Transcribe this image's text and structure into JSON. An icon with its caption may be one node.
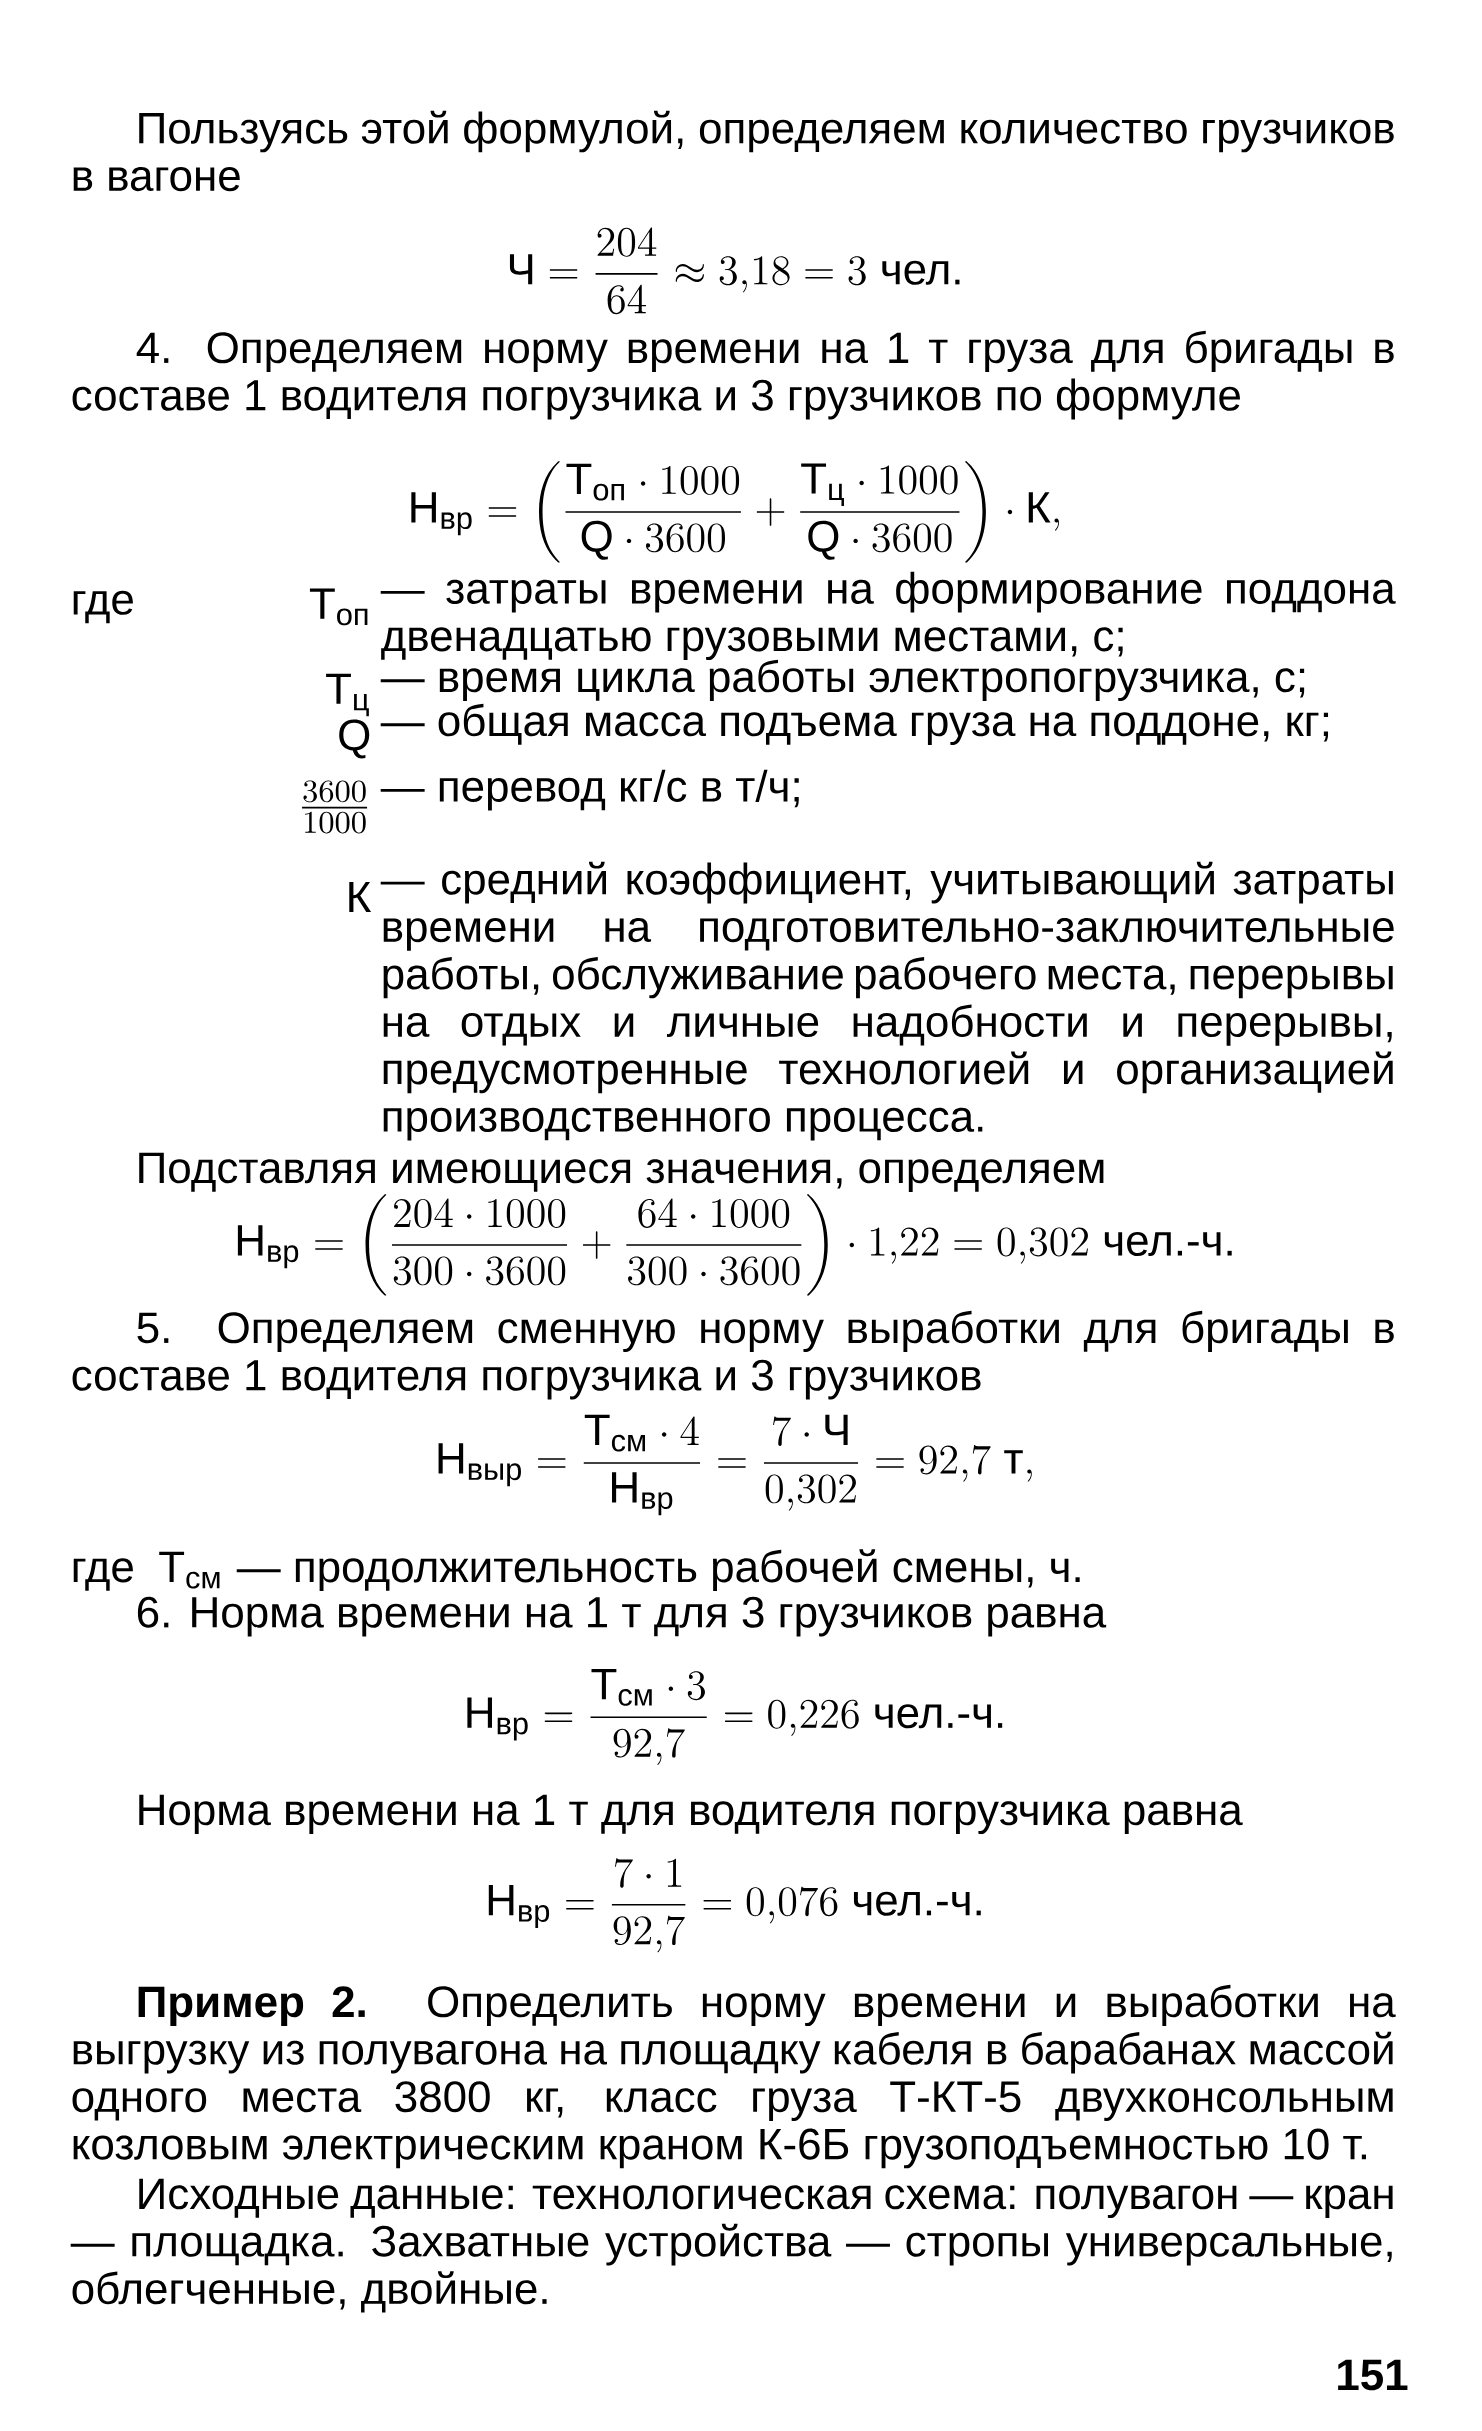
{
  "diagram": {
    "labels": [
      "Пользуясь этой формулой, определяем количество грузчиков в вагоне",
      "\\text{Ч}=\\frac{204}{64}\\approx 3{,}18=3\\ \\text{чел.}",
      "4. Определяем норму времени на 1 т груза для бригады в составе 1 водителя погрузчика и 3 грузчиков по формуле",
      "\\text{Н}_{\\text{вр}}=\\left(\\frac{\\text{Т}_{\\text{оп}}\\cdot 1000}{\\text{Q}\\cdot 3600}+\\frac{\\text{Т}_{\\text{ц}}\\cdot 1000}{\\text{Q}\\cdot 3600}\\right)\\cdot\\text{К},",
      "где",
      "\\text{Т}_{\\text{оп}}",
      "— затраты времени на формирование поддона двенадцатью грузовыми местами, с;",
      "\\text{Т}_{\\text{ц}}",
      "— время цикла работы электропогрузчика, с;",
      "\\text{Q}",
      "— общая масса подъема груза на поддоне, кг;",
      "\\frac{3600}{1000}",
      "— перевод кг/с в т/ч;",
      "\\text{К}",
      "— средний коэффициент, учитывающий затраты времени на подготовительно-заключительные работы, обслуживание рабочего места, перерывы на отдых и личные надобности и перерывы, предусмотренные технологией и организацией производственного процесса.",
      "Подставляя имеющиеся значения, определяем",
      "\\text{Н}_{\\text{вр}}=\\left(\\frac{204\\cdot 1000}{300\\cdot 3600}+\\frac{64\\cdot 1000}{300\\cdot 3600}\\right)\\cdot 1{,}22=0{,}302\\ \\text{чел.-ч.}",
      "5. Определяем сменную норму выработки для бригады в составе 1 водителя погрузчика и 3 грузчиков",
      "\\text{Н}_{\\text{выр}}=\\frac{\\text{Т}_{\\text{см}}\\cdot 4}{\\text{Н}_{\\text{вр}}}=\\frac{7\\cdot\\text{Ч}}{0{,}302}=92{,}7\\ \\text{т},",
      "где",
      "\\text{Т}_{\\text{см}}",
      "— продолжительность рабочей смены, ч.",
      "6. Норма времени на 1 т для 3 грузчиков равна",
      "\\text{Н}_{\\text{вр}}=\\frac{\\text{Т}_{\\text{см}}\\cdot 3}{92{,}7}=0{,}226\\ \\text{чел.-ч.}",
      "Норма времени на 1 т для водителя погрузчика равна",
      "\\text{Н}_{\\text{вр}}=\\frac{7\\cdot 1}{92{,}7}=0{,}076\\ \\text{чел.-ч.}",
      "**Пример 2.** Определить норму времени и выработки на выгрузку из полувагона на площадку кабеля в барабанах массой одного места 3800 кг, класс груза Т-КТ-5 двухконсольным козловым электрическим краном К-6Б грузоподъемностью 10 т.",
      "Исходные данные: технологическая схема: полувагон — кран — площадка. Захватные устройства — стропы универсальные, облегченные, двойные.",
      "151"
    ]
  }
}
